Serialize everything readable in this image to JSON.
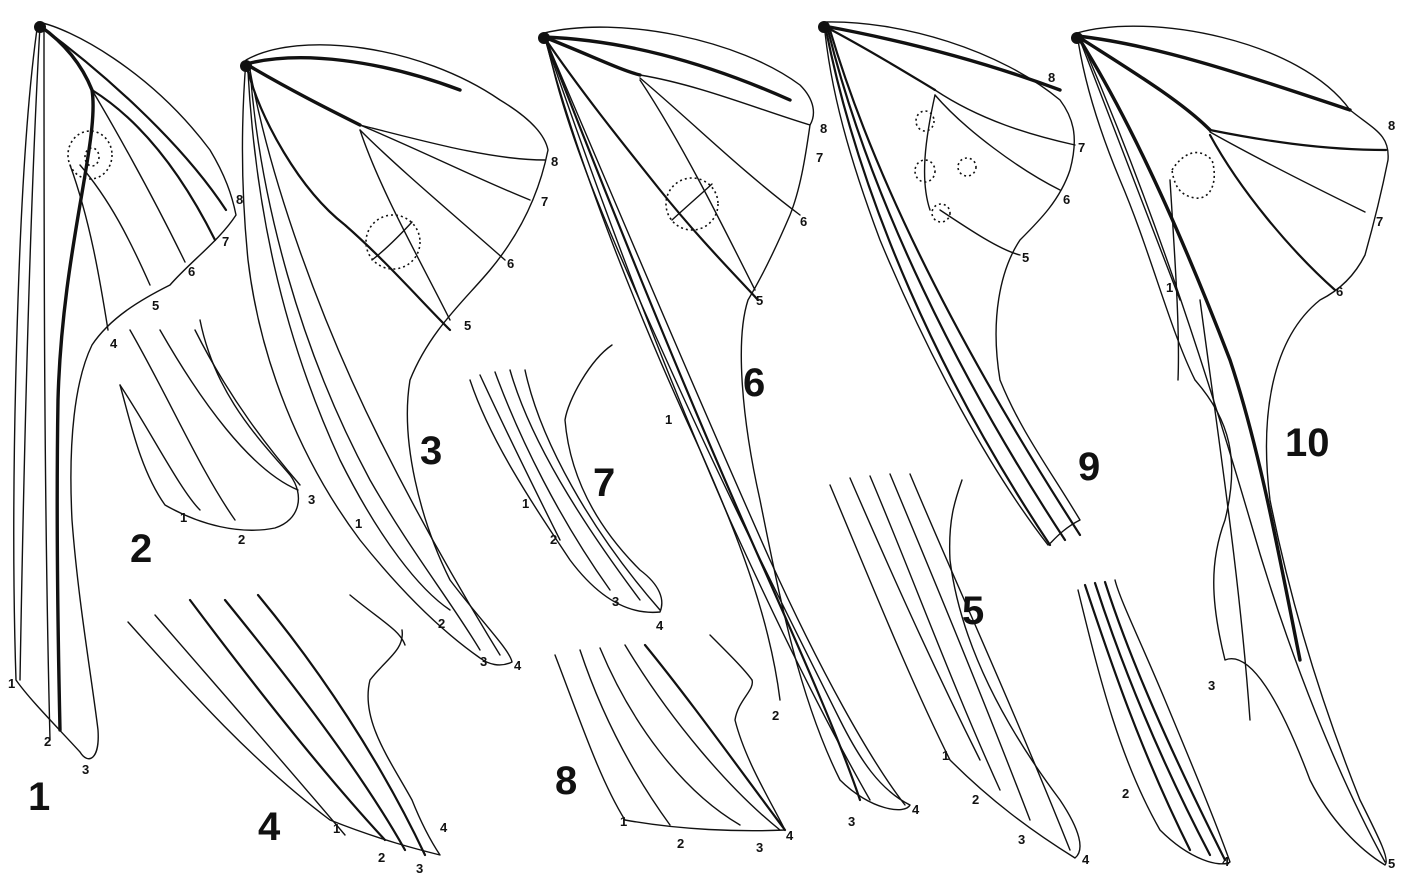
{
  "figures": [
    {
      "id": "1",
      "label": "1",
      "veins": [
        "1",
        "2",
        "3",
        "4",
        "5",
        "6",
        "7",
        "8"
      ]
    },
    {
      "id": "2",
      "label": "2",
      "veins": [
        "1",
        "2",
        "3"
      ]
    },
    {
      "id": "3",
      "label": "3",
      "veins": [
        "1",
        "2",
        "3",
        "4",
        "5",
        "6",
        "7",
        "8"
      ]
    },
    {
      "id": "4",
      "label": "4",
      "veins": [
        "1",
        "2",
        "3",
        "4"
      ]
    },
    {
      "id": "5",
      "label": "5",
      "veins": [
        "1",
        "2",
        "3",
        "4"
      ]
    },
    {
      "id": "6",
      "label": "6",
      "veins": [
        "1",
        "2",
        "3",
        "4",
        "5",
        "6",
        "7",
        "8"
      ]
    },
    {
      "id": "7",
      "label": "7",
      "veins": [
        "1",
        "2",
        "3",
        "4"
      ]
    },
    {
      "id": "8",
      "label": "8",
      "veins": [
        "1",
        "2",
        "3",
        "4"
      ]
    },
    {
      "id": "9",
      "label": "9",
      "veins": [
        "5",
        "6",
        "7",
        "8"
      ]
    },
    {
      "id": "10",
      "label": "10",
      "veins": [
        "1",
        "2",
        "3",
        "4",
        "5",
        "6",
        "7",
        "8"
      ]
    }
  ]
}
